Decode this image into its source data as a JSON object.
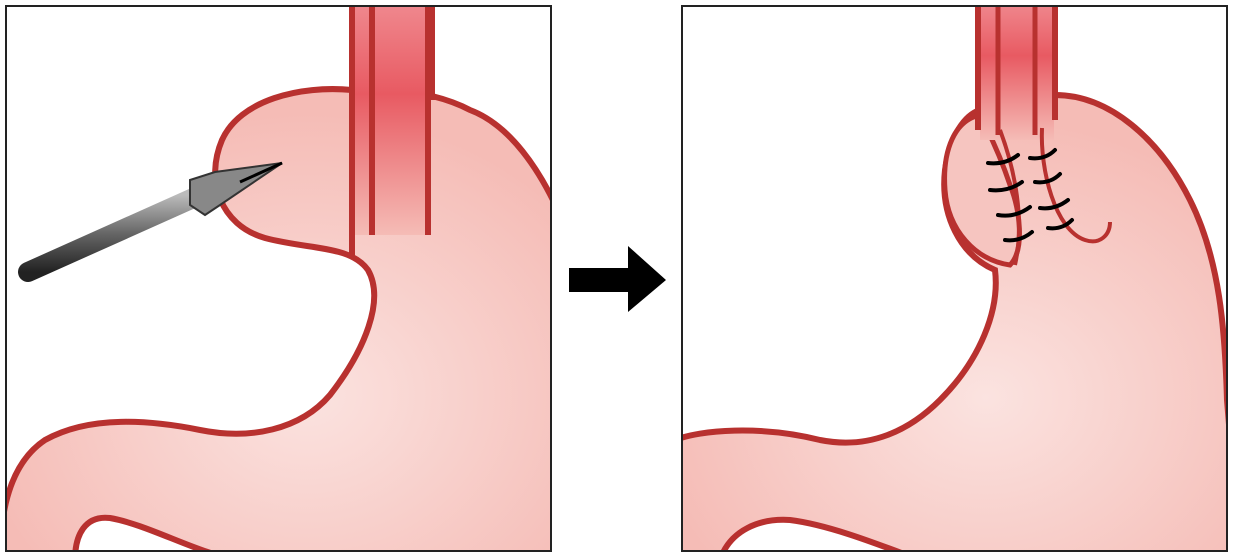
{
  "colors": {
    "outline": "#b8312f",
    "tissue": "#f5bcb6",
    "tissue_light": "#fadedb",
    "esophagus": "#e85a62",
    "frame": "#222222",
    "arrow": "#000000",
    "instrument": "#777777",
    "suture": "#000000"
  },
  "panels": [
    {
      "step": "before",
      "icons": [
        "stomach",
        "esophagus",
        "surgical-instrument"
      ]
    },
    {
      "step": "after",
      "icons": [
        "stomach",
        "esophagus",
        "fundoplication-wrap",
        "sutures"
      ]
    }
  ],
  "transition_icon": "right-arrow"
}
